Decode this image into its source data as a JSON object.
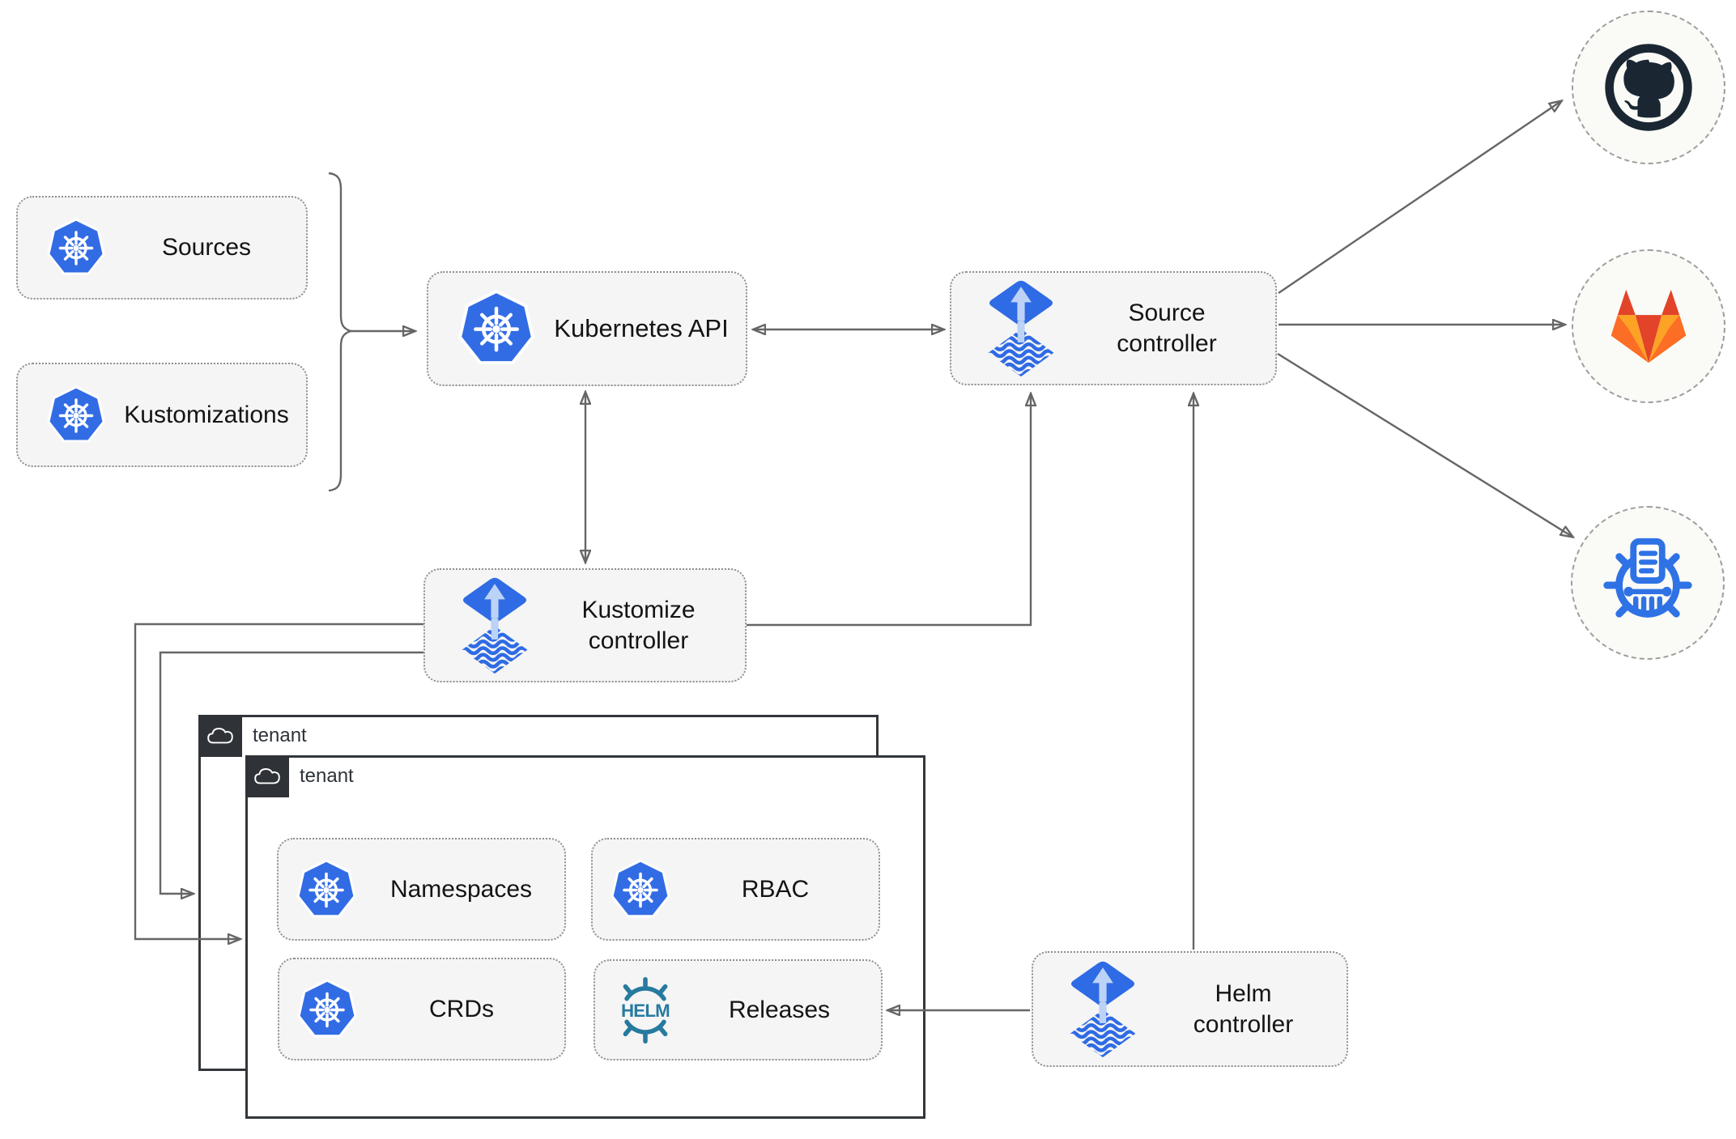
{
  "colors": {
    "accent_kubernetes": "#326CE5",
    "accent_flux": "#2F6BE4",
    "accent_flux_light": "#BCD3F7",
    "accent_helm": "#277A9F",
    "github_dark": "#1A2733",
    "gitlab_red": "#E24329",
    "gitlab_orange": "#FC6D26",
    "gitlab_light": "#FCA326",
    "chartmuseum_blue": "#2F72E5",
    "line": "#666666",
    "node_fill": "#F5F5F5",
    "node_border": "#8F8F8F",
    "tenant_border": "#33373B",
    "tenant_header_bg": "#2F3338"
  },
  "nodes": {
    "sources": {
      "label": "Sources"
    },
    "kustomizations": {
      "label": "Kustomizations"
    },
    "kubernetes_api": {
      "label": "Kubernetes API"
    },
    "source_controller": {
      "label": "Source controller"
    },
    "kustomize_controller": {
      "label": "Kustomize controller"
    },
    "helm_controller": {
      "label": "Helm controller"
    },
    "namespaces": {
      "label": "Namespaces"
    },
    "rbac": {
      "label": "RBAC"
    },
    "crds": {
      "label": "CRDs"
    },
    "releases": {
      "label": "Releases"
    }
  },
  "tenants": {
    "back": {
      "label": "tenant"
    },
    "front": {
      "label": "tenant"
    }
  },
  "helm_logo": {
    "text": "HELM"
  },
  "icons": {
    "kubernetes": "kubernetes-icon",
    "flux": "flux-icon",
    "helm": "helm-icon",
    "cloud": "cloud-icon",
    "github": "github-icon",
    "gitlab": "gitlab-icon",
    "helm_repository": "chartmuseum-icon"
  }
}
